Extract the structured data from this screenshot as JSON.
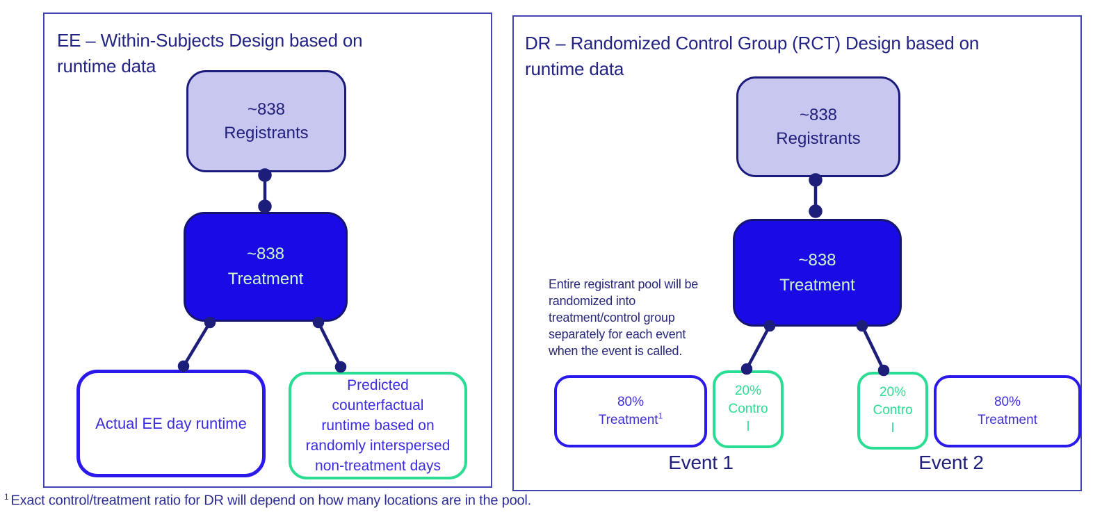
{
  "colors": {
    "panel_border": "#4444b2",
    "title_navy": "#232384",
    "dark_navy": "#20207c",
    "lavender_fill": "#c7c7f0",
    "bright_blue_fill": "#1a0be6",
    "mint_text_on_blue": "#cdf6cb",
    "blue_accent_border": "#2b19ec",
    "blue_text": "#3b2ce0",
    "green_accent": "#2bdd92",
    "connector_navy": "#1d1d7a"
  },
  "left_panel": {
    "title_lines": [
      "EE – Within-Subjects Design based on",
      "runtime data"
    ],
    "registrants_box": {
      "line1": "~838",
      "line2": "Registrants"
    },
    "treatment_box": {
      "line1": "~838",
      "line2": "Treatment"
    },
    "actual_box": {
      "label": "Actual EE day runtime"
    },
    "predicted_box": {
      "lines": [
        "Predicted",
        "counterfactual",
        "runtime based on",
        "randomly interspersed",
        "non-treatment days"
      ]
    }
  },
  "right_panel": {
    "title_lines": [
      "DR – Randomized Control Group (RCT) Design based on",
      "runtime data"
    ],
    "registrants_box": {
      "line1": "~838",
      "line2": "Registrants"
    },
    "treatment_box": {
      "line1": "~838",
      "line2": "Treatment"
    },
    "note_lines": [
      "Entire registrant pool will be",
      "randomized into",
      "treatment/control group",
      "separately for each event",
      "when the event is called."
    ],
    "event1": {
      "label": "Event 1",
      "treatment_box": {
        "line1": "80%",
        "line2": "Treatment",
        "superscript": "1"
      },
      "control_box": {
        "line1": "20%",
        "line2": "Contro",
        "line3": "l"
      }
    },
    "event2": {
      "label": "Event 2",
      "control_box": {
        "line1": "20%",
        "line2": "Contro",
        "line3": "l"
      },
      "treatment_box": {
        "line1": "80%",
        "line2": "Treatment"
      }
    }
  },
  "footnote": {
    "superscript": "1",
    "text": "Exact control/treatment ratio for DR will depend on how many locations are in the pool."
  }
}
